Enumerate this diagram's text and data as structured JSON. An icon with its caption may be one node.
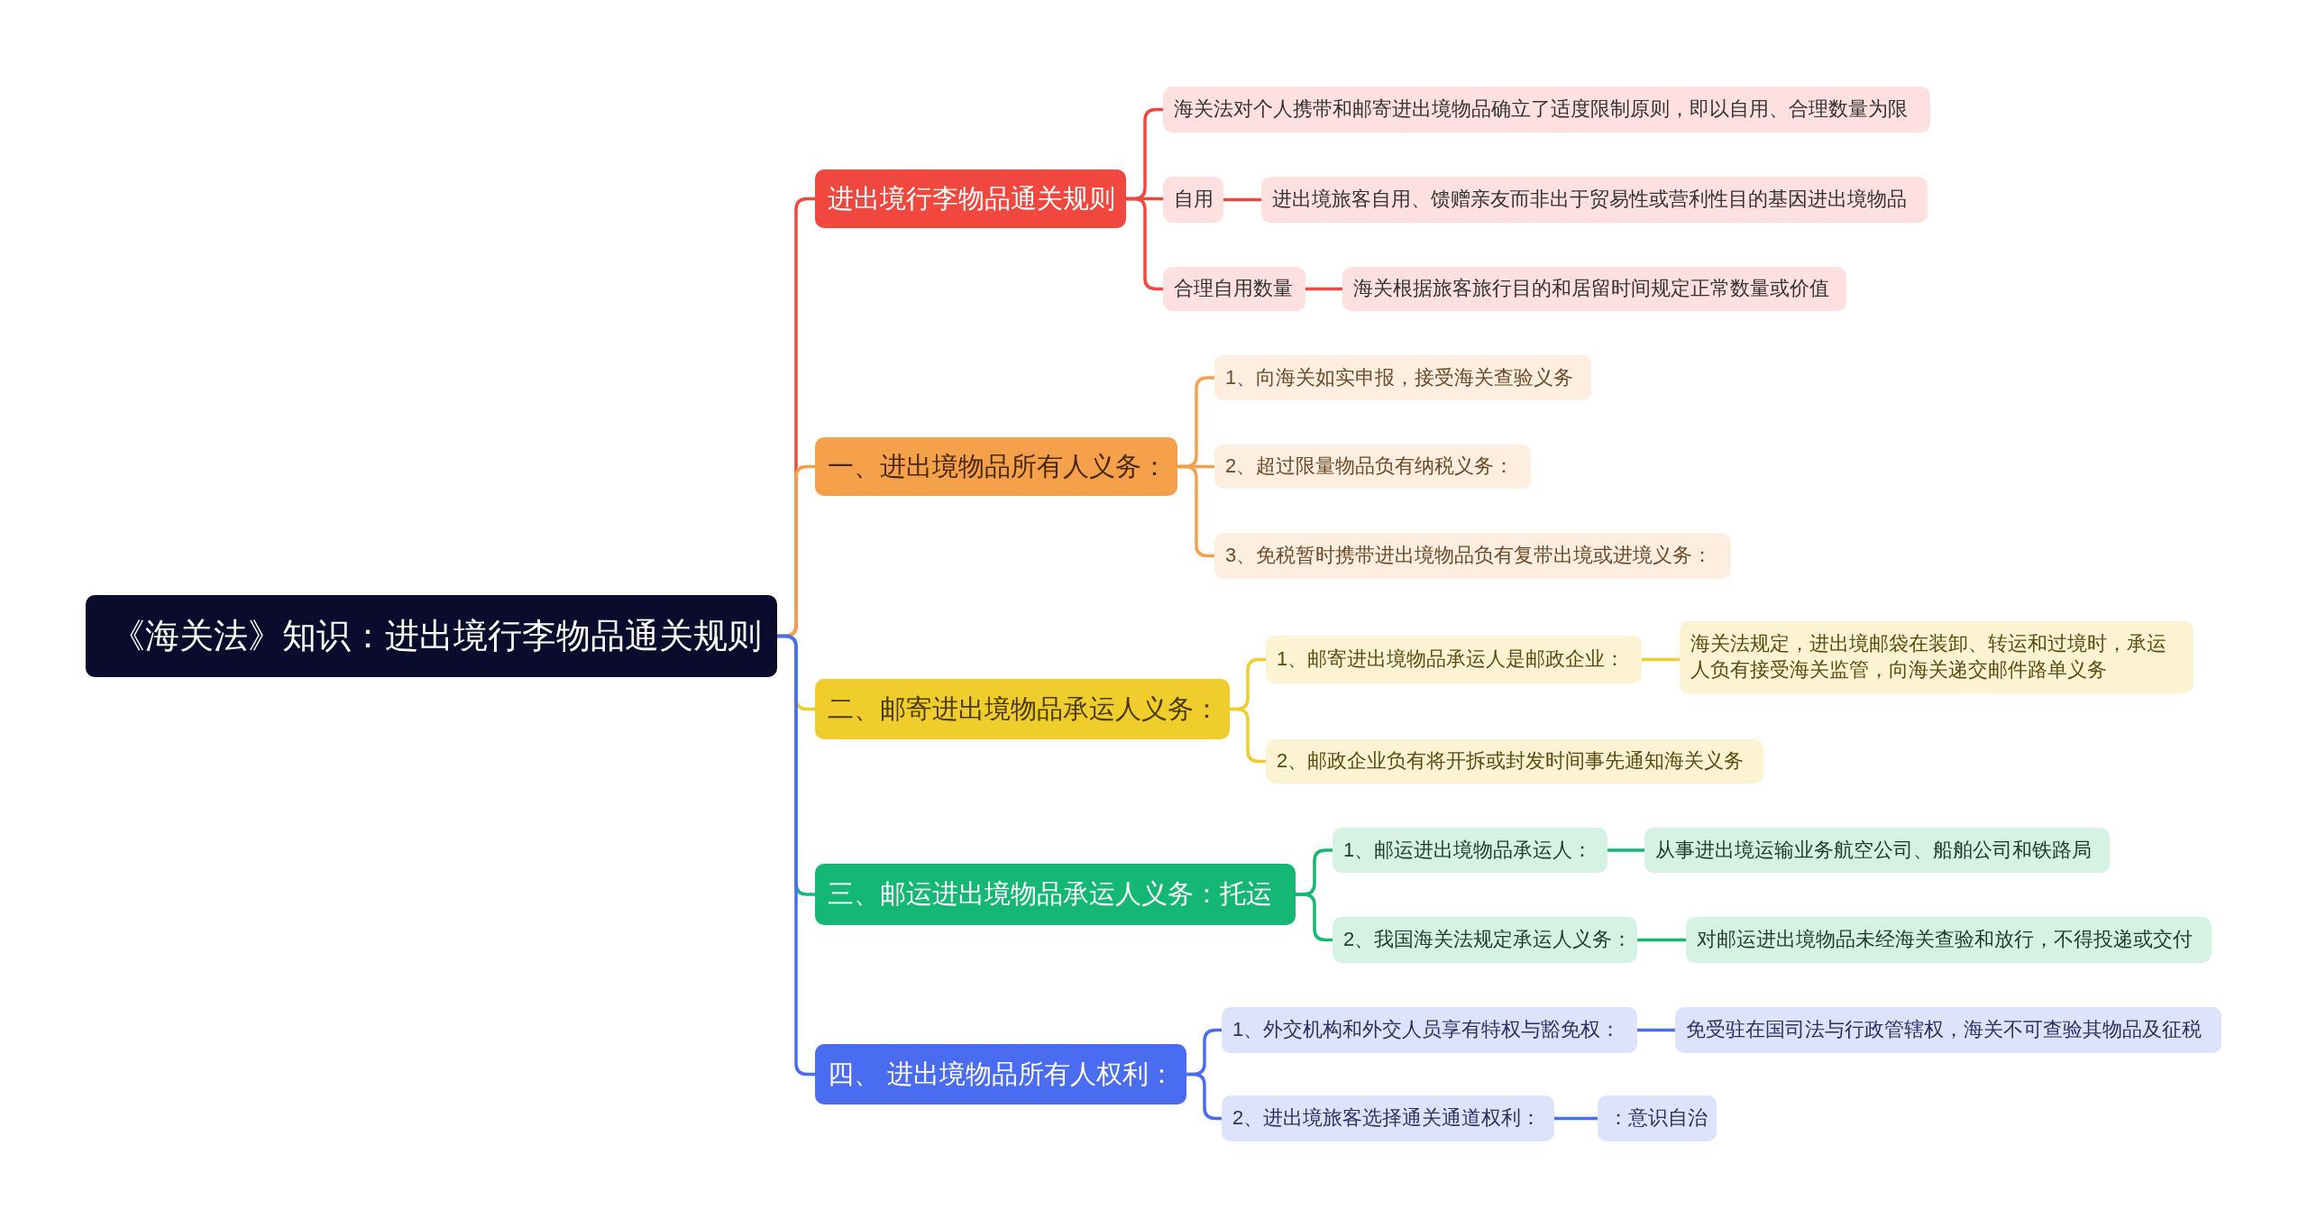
{
  "diagram": {
    "nodes": [
      {
        "text": [
          "《海关法》知识：进出境行李物品通关规则"
        ]
      },
      {
        "text": [
          "进出境行李物品通关规则"
        ]
      },
      {
        "text": [
          "海关法对个人携带和邮寄进出境物品确立了适度限制原则，即以自用、合理数量为限"
        ]
      },
      {
        "text": [
          "自用"
        ]
      },
      {
        "text": [
          "进出境旅客自用、馈赠亲友而非出于贸易性或营利性目的基因进出境物品"
        ]
      },
      {
        "text": [
          "合理自用数量"
        ]
      },
      {
        "text": [
          "海关根据旅客旅行目的和居留时间规定正常数量或价值"
        ]
      },
      {
        "text": [
          "一、进出境物品所有人义务："
        ]
      },
      {
        "text": [
          "1、向海关如实申报，接受海关查验义务"
        ]
      },
      {
        "text": [
          "2、超过限量物品负有纳税义务："
        ]
      },
      {
        "text": [
          "3、免税暂时携带进出境物品负有复带出境或进境义务："
        ]
      },
      {
        "text": [
          "二、邮寄进出境物品承运人义务："
        ]
      },
      {
        "text": [
          "1、邮寄进出境物品承运人是邮政企业："
        ]
      },
      {
        "text": [
          "海关法规定，进出境邮袋在装卸、转运和过境时，承运人负有接受海关监管，向海关递交邮件路单义务"
        ]
      },
      {
        "text": [
          "2、邮政企业负有将开拆或封发时间事先通知海关义务"
        ]
      },
      {
        "text": [
          "三、邮运进出境物品承运人义务：托运"
        ]
      },
      {
        "text": [
          "1、邮运进出境物品承运人："
        ]
      },
      {
        "text": [
          "从事进出境运输业务航空公司、船舶公司和铁路局"
        ]
      },
      {
        "text": [
          "2、我国海关法规定承运人义务："
        ]
      },
      {
        "text": [
          "对邮运进出境物品未经海关查验和放行，不得投递或交付"
        ]
      },
      {
        "text": [
          "四、 进出境物品所有人权利："
        ]
      },
      {
        "text": [
          "1、外交机构和外交人员享有特权与豁免权："
        ]
      },
      {
        "text": [
          "免受驻在国司法与行政管辖权，海关不可查验其物品及征税"
        ]
      },
      {
        "text": [
          "2、进出境旅客选择通关通道权利："
        ]
      },
      {
        "text": [
          "：意识自治"
        ]
      }
    ],
    "edges": [
      {
        "from": 0,
        "to": 1,
        "arrow": "none",
        "color": "#f0483e"
      },
      {
        "from": 1,
        "to": 2,
        "arrow": "none",
        "color": "#f0483e"
      },
      {
        "from": 1,
        "to": 3,
        "arrow": "none",
        "color": "#f0483e"
      },
      {
        "from": 3,
        "to": 4,
        "arrow": "none",
        "color": "#f0483e"
      },
      {
        "from": 1,
        "to": 5,
        "arrow": "none",
        "color": "#f0483e"
      },
      {
        "from": 5,
        "to": 6,
        "arrow": "none",
        "color": "#f0483e"
      },
      {
        "from": 0,
        "to": 7,
        "arrow": "none",
        "color": "#f5a04a"
      },
      {
        "from": 7,
        "to": 8,
        "arrow": "none",
        "color": "#f5a04a"
      },
      {
        "from": 7,
        "to": 9,
        "arrow": "none",
        "color": "#f5a04a"
      },
      {
        "from": 7,
        "to": 10,
        "arrow": "none",
        "color": "#f5a04a"
      },
      {
        "from": 0,
        "to": 11,
        "arrow": "none",
        "color": "#eecd2c"
      },
      {
        "from": 11,
        "to": 12,
        "arrow": "none",
        "color": "#eecd2c"
      },
      {
        "from": 12,
        "to": 13,
        "arrow": "none",
        "color": "#eecd2c"
      },
      {
        "from": 11,
        "to": 14,
        "arrow": "none",
        "color": "#eecd2c"
      },
      {
        "from": 0,
        "to": 15,
        "arrow": "none",
        "color": "#14b874"
      },
      {
        "from": 15,
        "to": 16,
        "arrow": "none",
        "color": "#14b874"
      },
      {
        "from": 16,
        "to": 17,
        "arrow": "none",
        "color": "#14b874"
      },
      {
        "from": 15,
        "to": 18,
        "arrow": "none",
        "color": "#14b874"
      },
      {
        "from": 18,
        "to": 19,
        "arrow": "none",
        "color": "#14b874"
      },
      {
        "from": 0,
        "to": 20,
        "arrow": "none",
        "color": "#4a6cf0"
      },
      {
        "from": 20,
        "to": 21,
        "arrow": "none",
        "color": "#4a6cf0"
      },
      {
        "from": 21,
        "to": 22,
        "arrow": "none",
        "color": "#4a6cf0"
      },
      {
        "from": 20,
        "to": 23,
        "arrow": "none",
        "color": "#4a6cf0"
      },
      {
        "from": 23,
        "to": 24,
        "arrow": "none",
        "color": "#4a6cf0"
      }
    ]
  }
}
